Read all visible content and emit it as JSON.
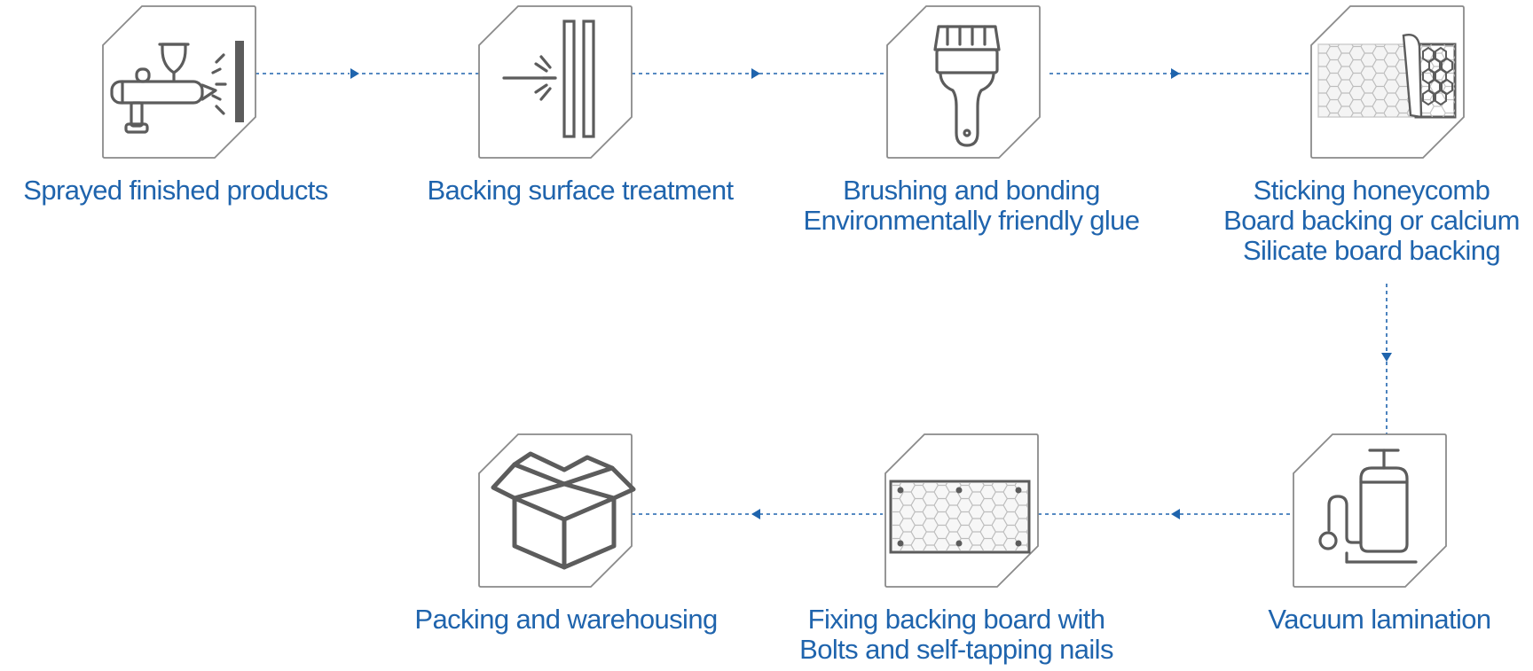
{
  "colors": {
    "caption": "#1f64ad",
    "connector": "#1f64ad",
    "icon_stroke": "#5c5c5c",
    "frame_stroke": "#8a8a8a"
  },
  "steps": [
    {
      "icon": "airbrush-spray-icon",
      "lines": [
        "Sprayed finished products"
      ]
    },
    {
      "icon": "surface-treatment-icon",
      "lines": [
        "Backing surface treatment"
      ]
    },
    {
      "icon": "paint-brush-icon",
      "lines": [
        "Brushing and bonding",
        "Environmentally friendly glue"
      ]
    },
    {
      "icon": "honeycomb-board-icon",
      "lines": [
        "Sticking honeycomb",
        "Board backing or calcium",
        "Silicate board backing"
      ]
    },
    {
      "icon": "vacuum-pump-icon",
      "lines": [
        "Vacuum lamination"
      ]
    },
    {
      "icon": "bolted-board-icon",
      "lines": [
        "Fixing backing board with",
        "Bolts and self-tapping nails"
      ]
    },
    {
      "icon": "open-box-icon",
      "lines": [
        "Packing and warehousing"
      ]
    }
  ]
}
